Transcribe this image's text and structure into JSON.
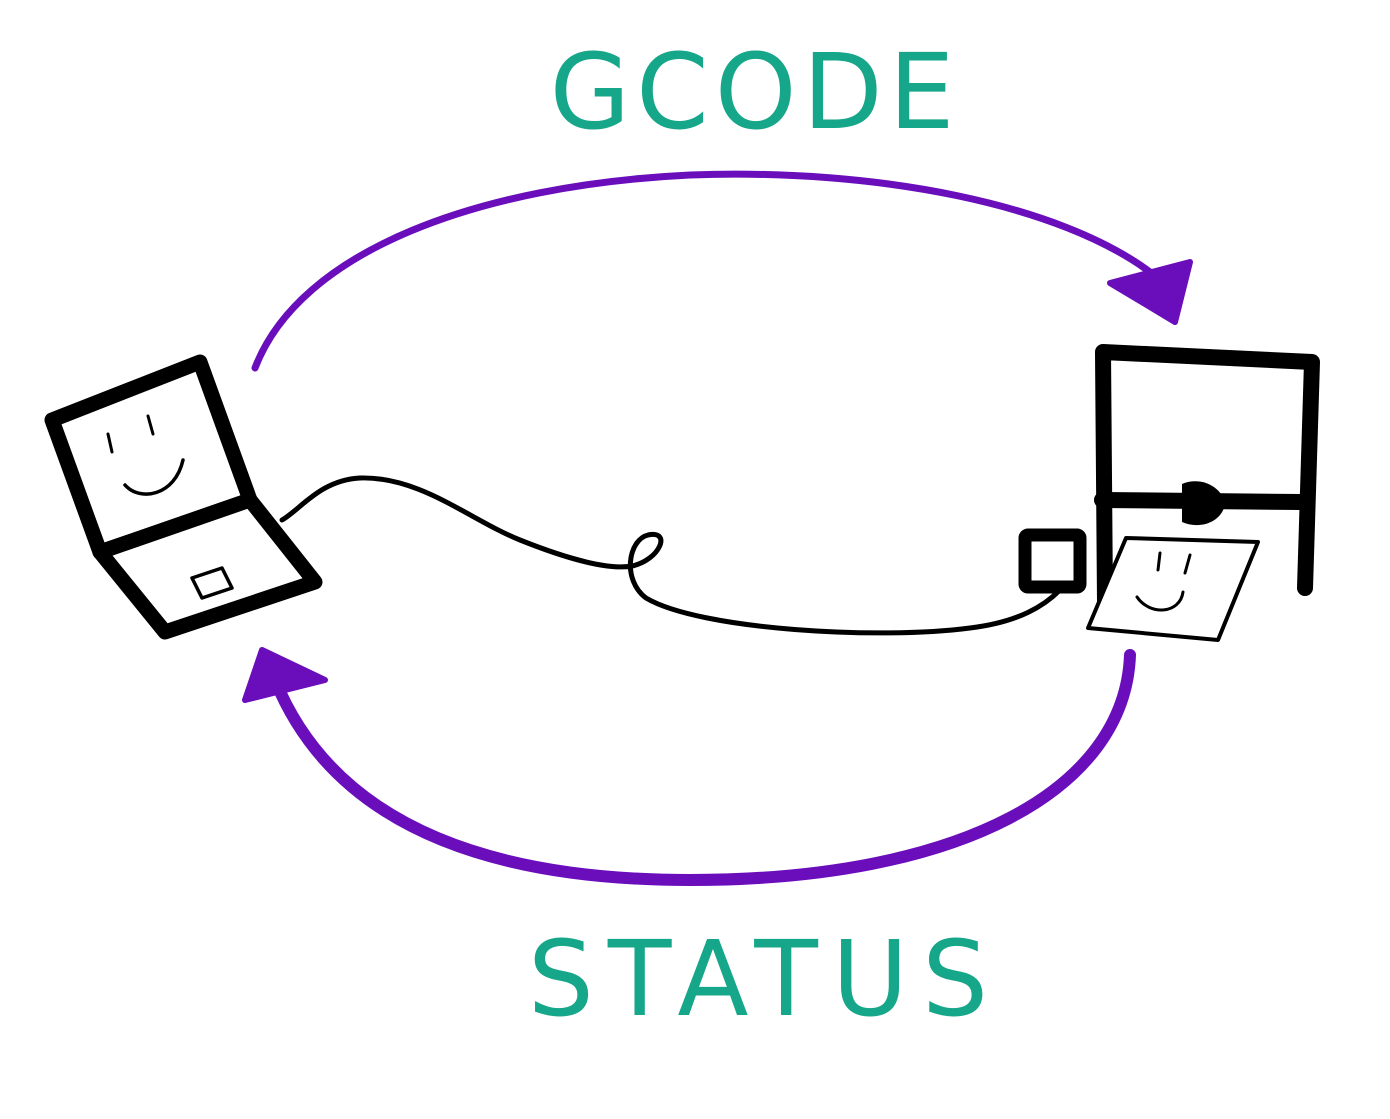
{
  "top_label": "GCODE",
  "bottom_label": "STATUS",
  "colors": {
    "label": "#16a68a",
    "arrow": "#6a0dbb",
    "ink": "#000000",
    "background": "#ffffff"
  },
  "icons": {
    "left": "laptop-icon",
    "right": "printer-icon",
    "cable": "usb-cable"
  }
}
